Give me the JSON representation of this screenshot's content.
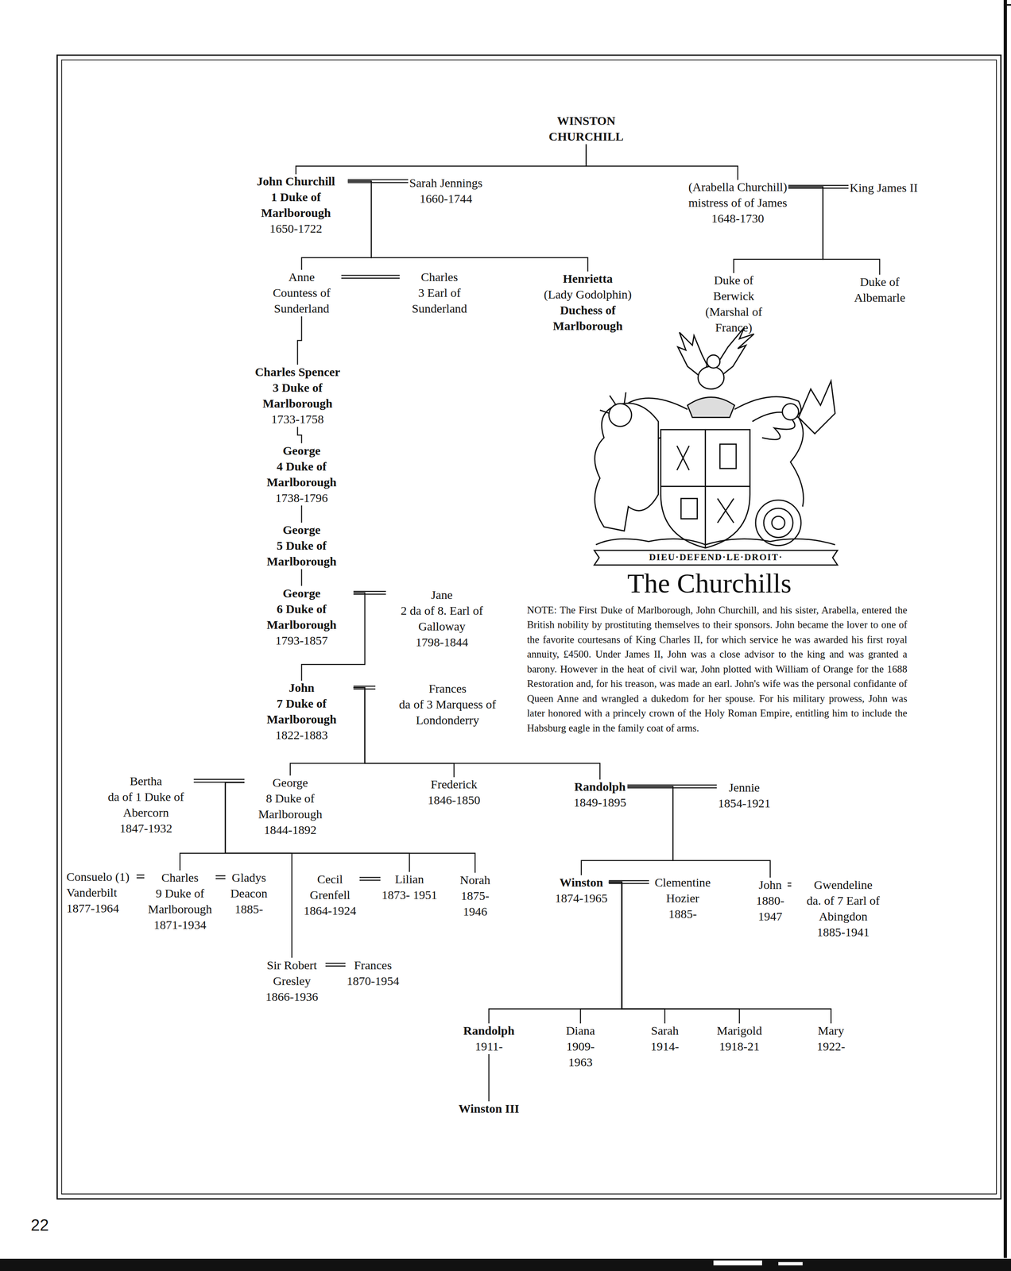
{
  "diagram": {
    "title": "The Churchills",
    "nodes": [
      {
        "text": [
          "WINSTON CHURCHILL"
        ]
      },
      {
        "text": [
          "John Churchill",
          "1 Duke of Marlborough",
          "1650-1722"
        ]
      },
      {
        "text": [
          "Sarah Jennings",
          "1660-1744"
        ]
      },
      {
        "text": [
          "(Arabella Churchill)",
          "mistress of of James",
          "1648-1730"
        ]
      },
      {
        "text": [
          "King James II"
        ]
      },
      {
        "text": [
          "Anne",
          "Countess of Sunderland"
        ]
      },
      {
        "text": [
          "Charles",
          "3 Earl of Sunderland"
        ]
      },
      {
        "text": [
          "Henrietta",
          "(Lady Godolphin)",
          "Duchess of Marlborough"
        ]
      },
      {
        "text": [
          "Duke of Berwick",
          "(Marshal of France)"
        ]
      },
      {
        "text": [
          "Duke of Albemarle"
        ]
      },
      {
        "text": [
          "Charles Spencer",
          "3 Duke of Marlborough",
          "1733-1758"
        ]
      },
      {
        "text": [
          "George",
          "4 Duke of Marlborough",
          "1738-1796"
        ]
      },
      {
        "text": [
          "George",
          "5 Duke of Marlborough"
        ]
      },
      {
        "text": [
          "George",
          "6 Duke of Marlborough",
          "1793-1857"
        ]
      },
      {
        "text": [
          "Jane",
          "2 da of 8. Earl of Galloway",
          "1798-1844"
        ]
      },
      {
        "text": [
          "John",
          "7 Duke of Marlborough",
          "1822-1883"
        ]
      },
      {
        "text": [
          "Frances",
          "da of 3 Marquess of Londonderry"
        ]
      },
      {
        "text": [
          "Bertha",
          "da of 1 Duke of Abercorn",
          "1847-1932"
        ]
      },
      {
        "text": [
          "George",
          "8 Duke of Marlborough",
          "1844-1892"
        ]
      },
      {
        "text": [
          "Frederick",
          "1846-1850"
        ]
      },
      {
        "text": [
          "Randolph",
          "1849-1895"
        ]
      },
      {
        "text": [
          "Jennie",
          "1854-1921"
        ]
      },
      {
        "text": [
          "Consuelo (1) Vanderbilt",
          "1877-1964"
        ]
      },
      {
        "text": [
          "Charles",
          "9 Duke of Marlborough",
          "1871-1934"
        ]
      },
      {
        "text": [
          "Gladys Deacon",
          "1885-"
        ]
      },
      {
        "text": [
          "Cecil Grenfell",
          "1864-1924"
        ]
      },
      {
        "text": [
          "Lilian",
          "1873- 1951"
        ]
      },
      {
        "text": [
          "Norah",
          "1875- 1946"
        ]
      },
      {
        "text": [
          "Sir Robert Gresley",
          "1866-1936"
        ]
      },
      {
        "text": [
          "Frances",
          "1870-1954"
        ]
      },
      {
        "text": [
          "Winston",
          "1874-1965"
        ]
      },
      {
        "text": [
          "Clementine Hozier",
          "1885-"
        ]
      },
      {
        "text": [
          "John",
          "1880- 1947"
        ]
      },
      {
        "text": [
          "Gwendeline",
          "da. of 7 Earl of Abingdon",
          "1885-1941"
        ]
      },
      {
        "text": [
          "Randolph",
          "1911-"
        ]
      },
      {
        "text": [
          "Diana",
          "1909- 1963"
        ]
      },
      {
        "text": [
          "Sarah",
          "1914-"
        ]
      },
      {
        "text": [
          "Marigold",
          "1918-21"
        ]
      },
      {
        "text": [
          "Mary",
          "1922-"
        ]
      },
      {
        "text": [
          "Winston III"
        ]
      }
    ],
    "edges": [
      {
        "from": 1,
        "to": 2,
        "arrow": "none"
      },
      {
        "from": 3,
        "to": 4,
        "arrow": "none"
      },
      {
        "from": 5,
        "to": 6,
        "arrow": "none"
      },
      {
        "from": 13,
        "to": 14,
        "arrow": "none"
      },
      {
        "from": 15,
        "to": 16,
        "arrow": "none"
      },
      {
        "from": 17,
        "to": 18,
        "arrow": "none"
      },
      {
        "from": 20,
        "to": 21,
        "arrow": "none"
      },
      {
        "from": 22,
        "to": 23,
        "arrow": "none"
      },
      {
        "from": 23,
        "to": 24,
        "arrow": "none"
      },
      {
        "from": 25,
        "to": 26,
        "arrow": "none"
      },
      {
        "from": 28,
        "to": 29,
        "arrow": "none"
      },
      {
        "from": 30,
        "to": 31,
        "arrow": "none"
      },
      {
        "from": 32,
        "to": 33,
        "arrow": "none"
      },
      {
        "from": 0,
        "to": 1,
        "arrow": "none"
      },
      {
        "from": 0,
        "to": 3,
        "arrow": "none"
      },
      {
        "from": 1,
        "to": 5,
        "arrow": "none"
      },
      {
        "from": 1,
        "to": 7,
        "arrow": "none"
      },
      {
        "from": 3,
        "to": 8,
        "arrow": "none"
      },
      {
        "from": 3,
        "to": 9,
        "arrow": "none"
      },
      {
        "from": 5,
        "to": 10,
        "arrow": "none"
      },
      {
        "from": 10,
        "to": 11,
        "arrow": "none"
      },
      {
        "from": 11,
        "to": 12,
        "arrow": "none"
      },
      {
        "from": 12,
        "to": 13,
        "arrow": "none"
      },
      {
        "from": 13,
        "to": 15,
        "arrow": "none"
      },
      {
        "from": 15,
        "to": 18,
        "arrow": "none"
      },
      {
        "from": 15,
        "to": 19,
        "arrow": "none"
      },
      {
        "from": 15,
        "to": 20,
        "arrow": "none"
      },
      {
        "from": 18,
        "to": 23,
        "arrow": "none"
      },
      {
        "from": 18,
        "to": 26,
        "arrow": "none"
      },
      {
        "from": 18,
        "to": 27,
        "arrow": "none"
      },
      {
        "from": 18,
        "to": 28,
        "arrow": "none"
      },
      {
        "from": 20,
        "to": 30,
        "arrow": "none"
      },
      {
        "from": 20,
        "to": 32,
        "arrow": "none"
      },
      {
        "from": 30,
        "to": 34,
        "arrow": "none"
      },
      {
        "from": 30,
        "to": 35,
        "arrow": "none"
      },
      {
        "from": 30,
        "to": 36,
        "arrow": "none"
      },
      {
        "from": 30,
        "to": 37,
        "arrow": "none"
      },
      {
        "from": 30,
        "to": 38,
        "arrow": "none"
      },
      {
        "from": 34,
        "to": 39,
        "arrow": "none"
      }
    ],
    "labels": [
      "NOTE: The First Duke of Marlborough, John Churchill, and his sister, Arabella, entered the British nobility by prostituting themselves to their sponsors. John became the lover to one of the favorite courtesans of King Charles II, for which service he was awarded his first royal annuity, £4500. Under James II, John was a close advisor to the king and was granted a barony. However in the heat of civil war, John plotted with William of Orange for the 1688 Restoration and, for his treason, was made an earl. John's wife was the personal confidante of Queen Anne and wrangled a dukedom for her spouse. For his military prowess, John was later honored with a princely crown of the Holy Roman Empire, entitling him to include the Habsburg eagle in the family coat of arms.",
      "DIEU·DEFEND·LE·DROIT·",
      "22"
    ]
  }
}
